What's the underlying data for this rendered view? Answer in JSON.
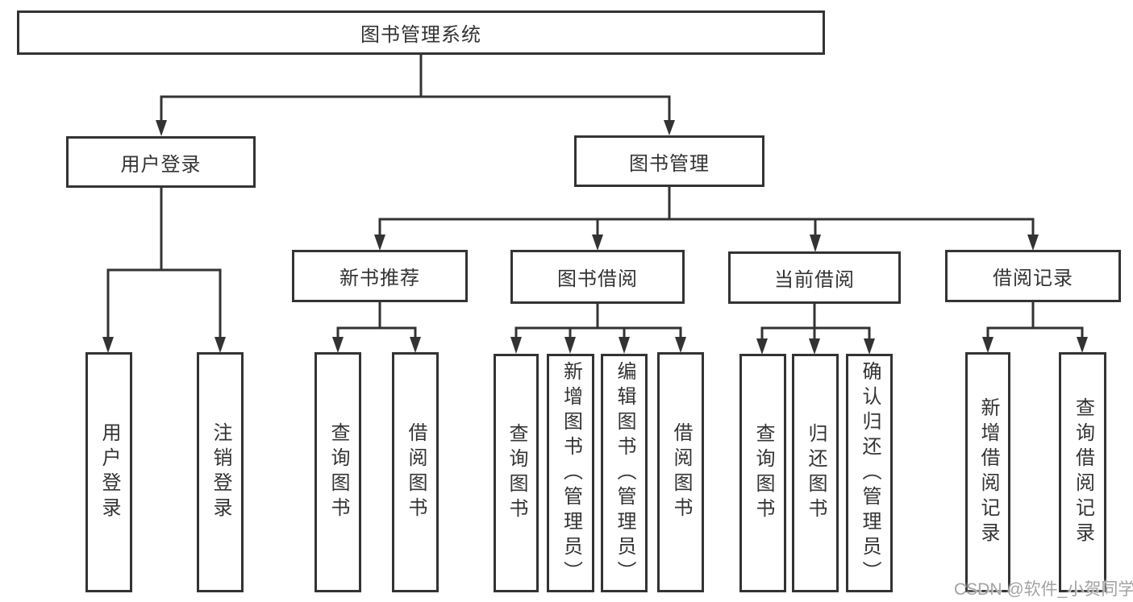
{
  "colors": {
    "line": "#333333",
    "box_border": "#333333",
    "text": "#333333",
    "background": "#ffffff",
    "watermark_text": "#a3a3a3"
  },
  "watermark": {
    "text": "CSDN @软件_小贺同学"
  },
  "tree": {
    "label": "图书管理系统",
    "children": [
      {
        "label": "用户登录",
        "children": [
          {
            "label": "用户登录"
          },
          {
            "label": "注销登录"
          }
        ]
      },
      {
        "label": "图书管理",
        "children": [
          {
            "label": "新书推荐",
            "children": [
              {
                "label": "查询图书"
              },
              {
                "label": "借阅图书"
              }
            ]
          },
          {
            "label": "图书借阅",
            "children": [
              {
                "label": "查询图书"
              },
              {
                "label": "新增图书（管理员）"
              },
              {
                "label": "编辑图书（管理员）"
              },
              {
                "label": "借阅图书"
              }
            ]
          },
          {
            "label": "当前借阅",
            "children": [
              {
                "label": "查询图书"
              },
              {
                "label": "归还图书"
              },
              {
                "label": "确认归还（管理员）"
              }
            ]
          },
          {
            "label": "借阅记录",
            "children": [
              {
                "label": "新增借阅记录"
              },
              {
                "label": "查询借阅记录"
              }
            ]
          }
        ]
      }
    ]
  }
}
